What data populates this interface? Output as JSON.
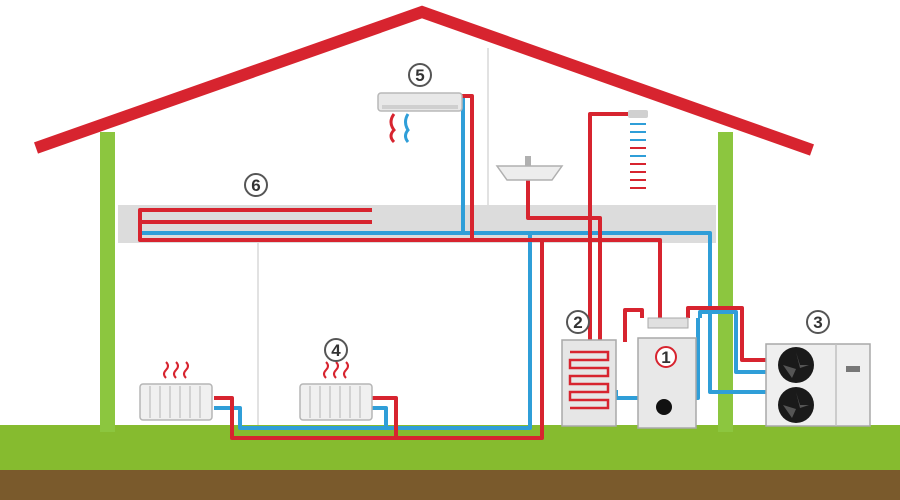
{
  "colors": {
    "background": "#ffffff",
    "roof": "#d7242f",
    "walls": "#8cc63f",
    "ground": "#86bb2f",
    "soil": "#7a5a2c",
    "hot_pipe": "#d7242f",
    "cold_pipe": "#2f9ed8",
    "floor_slab": "#dcdcdc",
    "appliance": "#e6e6e6",
    "marker_ring": "#d7242f"
  },
  "markers": [
    {
      "id": "boiler",
      "number": "1"
    },
    {
      "id": "storage-tank",
      "number": "2"
    },
    {
      "id": "outdoor-unit",
      "number": "3"
    },
    {
      "id": "radiator",
      "number": "4"
    },
    {
      "id": "air-conditioner",
      "number": "5"
    },
    {
      "id": "underfloor-heating",
      "number": "6"
    }
  ],
  "icons": [
    "house-roof",
    "radiator-icon",
    "wall-ac-unit-icon",
    "sink-icon",
    "shower-icon",
    "water-tank-icon",
    "boiler-icon",
    "heat-pump-fan-icon"
  ]
}
